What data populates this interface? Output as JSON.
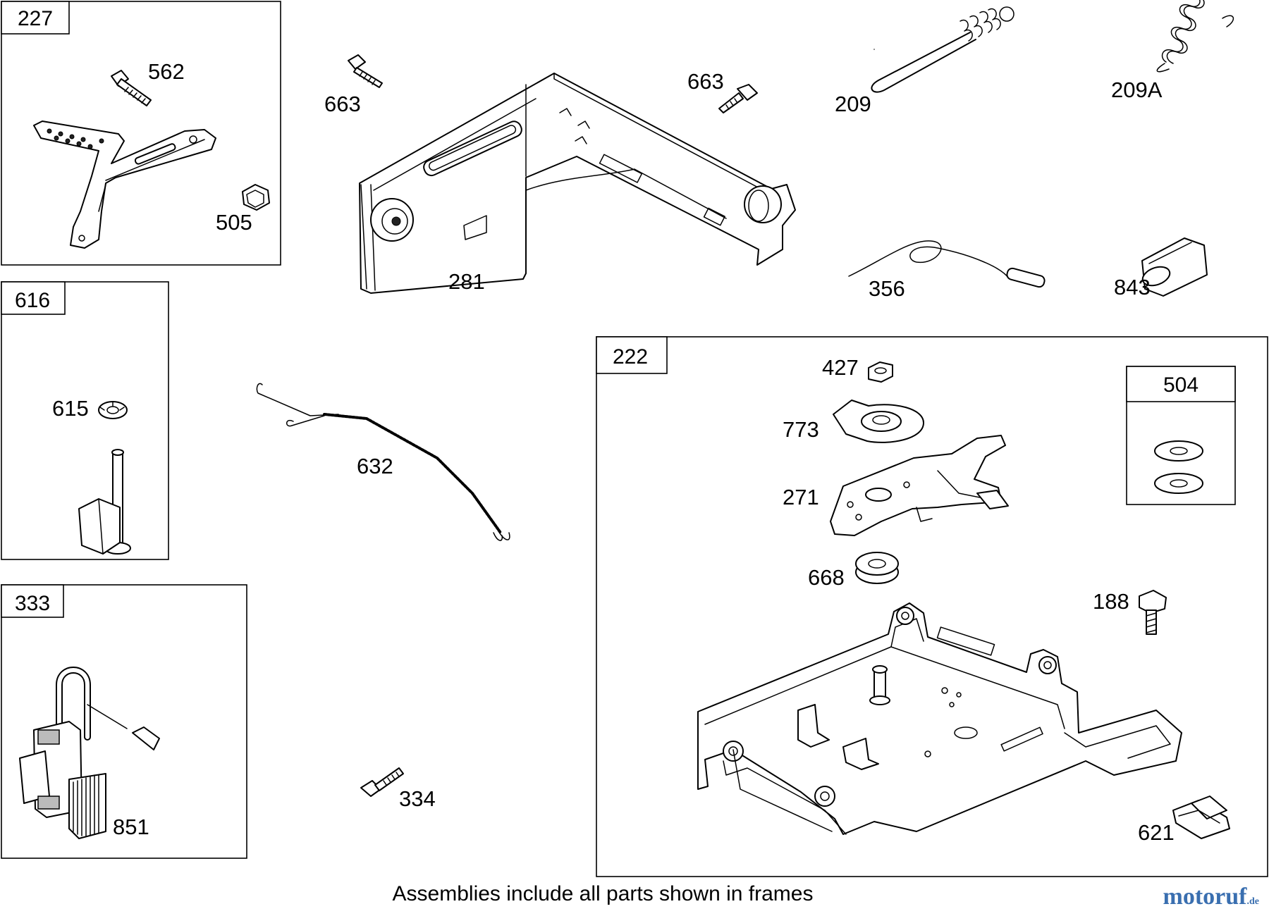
{
  "assembly_frames": {
    "f227": "227",
    "f616": "616",
    "f333": "333",
    "f222": "222",
    "f504": "504"
  },
  "parts": {
    "p562": "562",
    "p505": "505",
    "p663a": "663",
    "p663b": "663",
    "p281": "281",
    "p209": "209",
    "p209a": "209A",
    "p356": "356",
    "p843": "843",
    "p615": "615",
    "p632": "632",
    "p427": "427",
    "p773": "773",
    "p271": "271",
    "p668": "668",
    "p188": "188",
    "p621": "621",
    "p334": "334",
    "p851": "851"
  },
  "caption": "Assemblies include all parts shown in frames",
  "brand": {
    "name": "motoruf",
    "suffix": ".de",
    "color": "#3a6fb0"
  }
}
